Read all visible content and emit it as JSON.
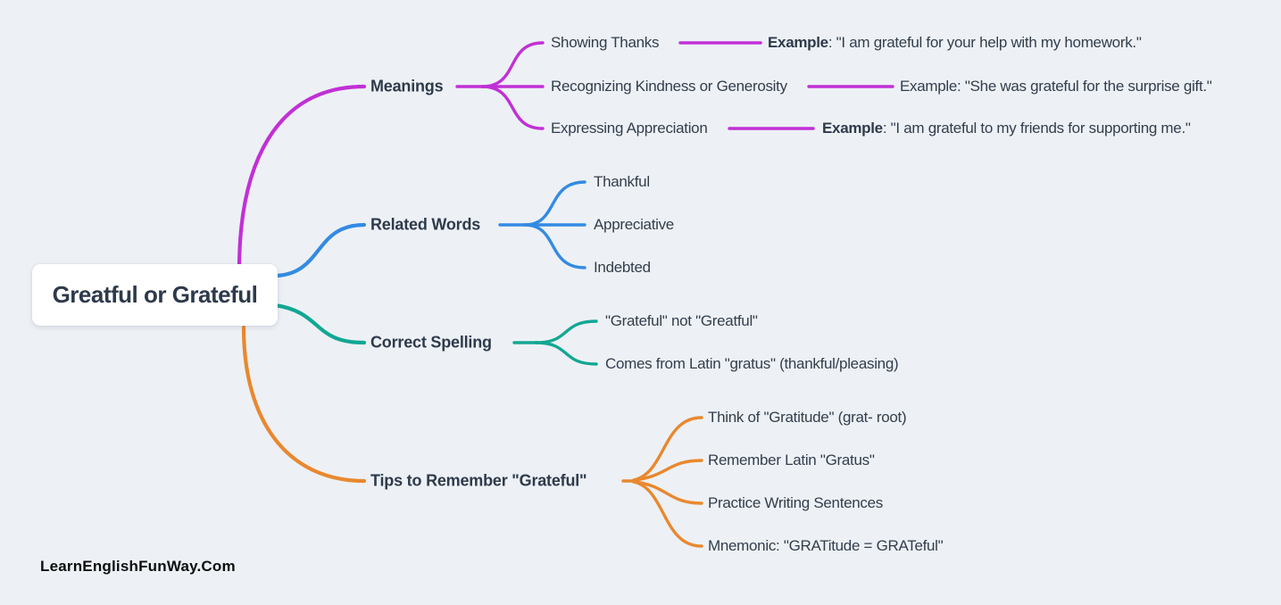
{
  "page": {
    "background": "#edf1f5",
    "watermark": "LearnEnglishFunWay.Com"
  },
  "root": {
    "label": "Greatful or Grateful"
  },
  "branches": [
    {
      "label": "Meanings",
      "color": "#c130d6",
      "children": [
        {
          "label": "Showing Thanks",
          "example_lead": "Example",
          "example_rest": ": \"I am grateful for your help with my homework.\""
        },
        {
          "label": "Recognizing Kindness or Generosity",
          "example_lead": "Example",
          "example_rest": ": \"She was grateful for the surprise gift.\""
        },
        {
          "label": "Expressing Appreciation",
          "example_lead": "Example",
          "example_rest": ": \"I am grateful to my friends for supporting me.\""
        }
      ]
    },
    {
      "label": "Related Words",
      "color": "#338be2",
      "children": [
        {
          "label": "Thankful"
        },
        {
          "label": "Appreciative"
        },
        {
          "label": "Indebted"
        }
      ]
    },
    {
      "label": "Correct Spelling",
      "color": "#12a793",
      "children": [
        {
          "label": "\"Grateful\" not \"Greatful\""
        },
        {
          "label": "Comes from Latin \"gratus\" (thankful/pleasing)"
        }
      ]
    },
    {
      "label": "Tips to Remember \"Grateful\"",
      "color": "#e9882f",
      "children": [
        {
          "label": "Think of \"Gratitude\" (grat- root)"
        },
        {
          "label": "Remember Latin \"Gratus\""
        },
        {
          "label": "Practice Writing Sentences"
        },
        {
          "label": "Mnemonic: \"GRATitude = GRATeful\""
        }
      ]
    }
  ]
}
